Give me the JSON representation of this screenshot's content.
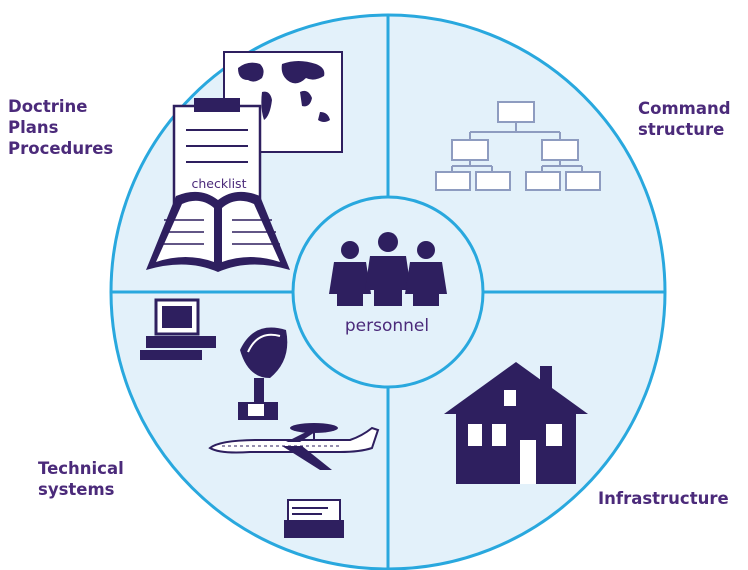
{
  "quadrants": {
    "top_left": {
      "lines": [
        "Doctrine",
        "Plans",
        "Procedures"
      ]
    },
    "top_right": {
      "lines": [
        "Command",
        "structure"
      ]
    },
    "bottom_left": {
      "lines": [
        "Technical",
        "systems"
      ]
    },
    "bottom_right": {
      "lines": [
        "Infrastructure"
      ]
    }
  },
  "center": {
    "label": "personnel"
  },
  "illustrations": {
    "clipboard_label": "checklist",
    "icons": [
      "book-icon",
      "world-map-icon",
      "org-chart-icon",
      "computer-icon",
      "radar-dish-icon",
      "awacs-aircraft-icon",
      "phone-fax-icon",
      "house-icon",
      "people-icon"
    ]
  },
  "colors": {
    "circle_fill": "#e3f1fa",
    "ring": "#29a8de",
    "text": "#4b2a7a",
    "icons": "#2e1f5f"
  }
}
